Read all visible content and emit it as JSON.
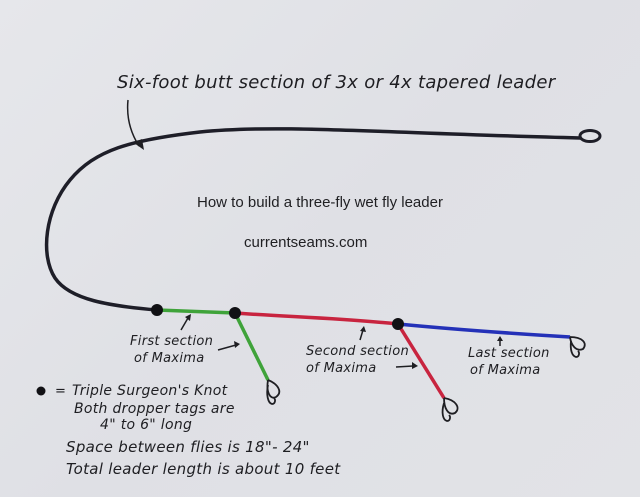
{
  "diagram": {
    "title": "How to build a three-fly wet fly leader",
    "website": "currentseams.com",
    "butt_label": "Six-foot butt section of 3x or 4x tapered leader",
    "sections": [
      {
        "line1": "First section",
        "line2": "of Maxima",
        "color": "#3fa33a"
      },
      {
        "line1": "Second section",
        "line2": "of Maxima",
        "color": "#c8243f"
      },
      {
        "line1": "Last section",
        "line2": "of Maxima",
        "color": "#2431b8"
      }
    ],
    "butt_color": "#1e1e28",
    "legend": {
      "symbol": "=",
      "knot": "Triple Surgeon's Knot",
      "notes": [
        "Both dropper tags are",
        "4\" to 6\" long",
        "Space between flies is 18\"- 24\"",
        "Total leader length is about 10 feet"
      ]
    }
  }
}
